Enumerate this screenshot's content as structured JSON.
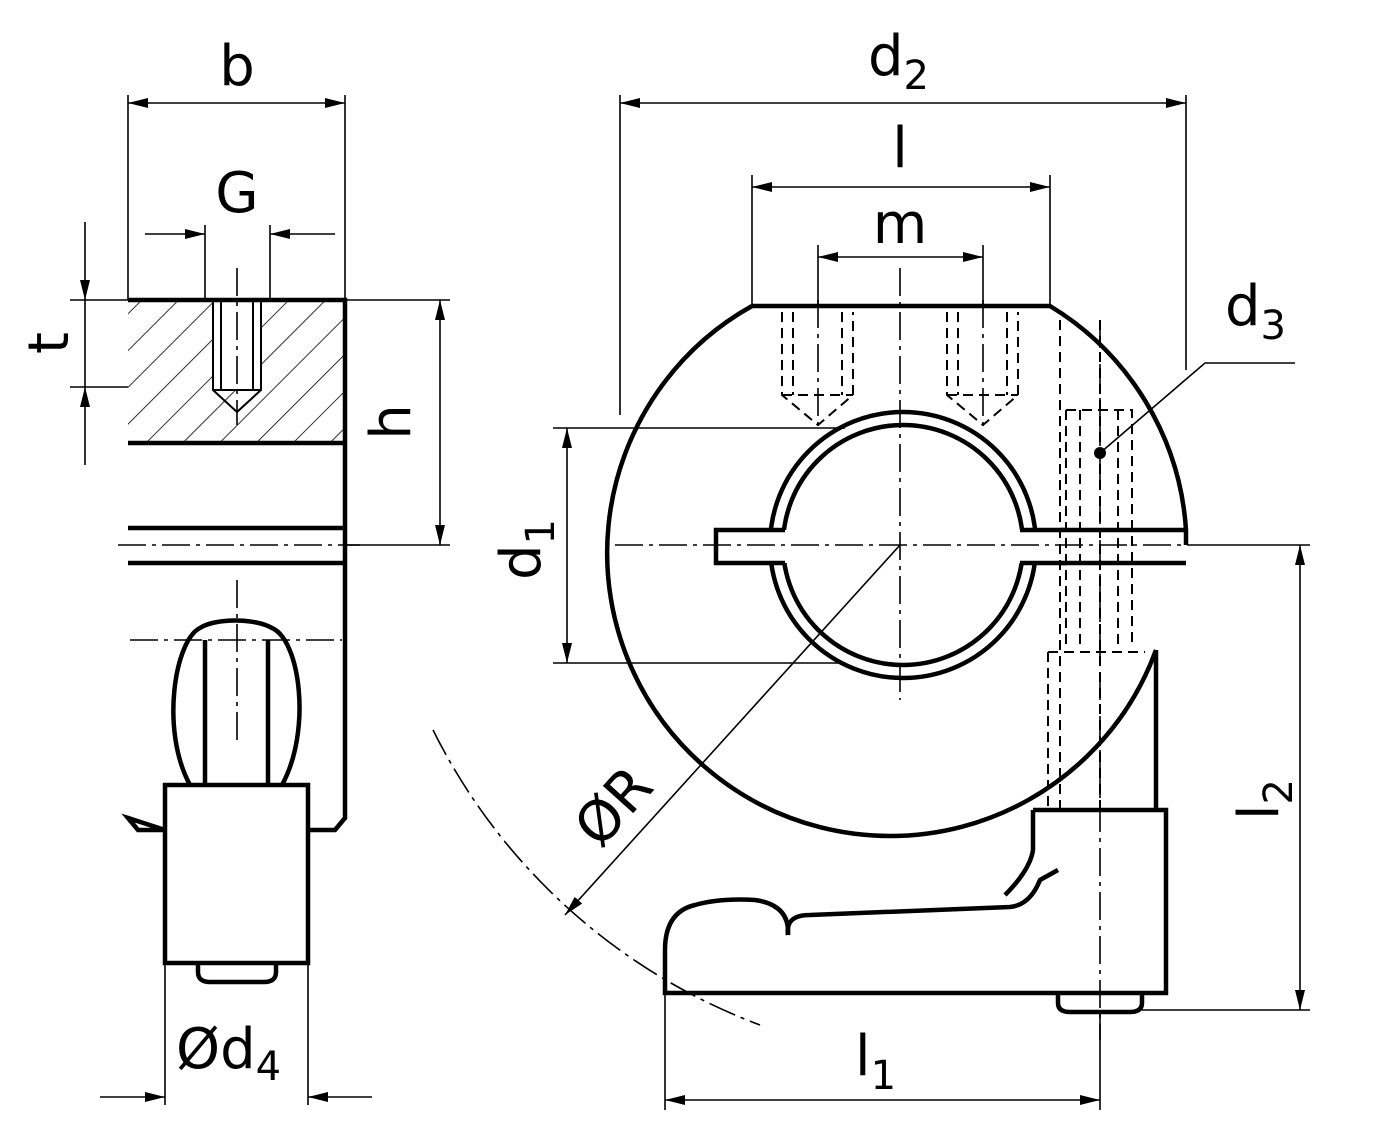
{
  "labels": {
    "b": "b",
    "G": "G",
    "t": "t",
    "h": "h",
    "d4_prefix": "Ød",
    "d4_sub": "4",
    "d2": "d",
    "d2_sub": "2",
    "l": "l",
    "m": "m",
    "d3": "d",
    "d3_sub": "3",
    "d1": "d",
    "d1_sub": "1",
    "R": "ØR",
    "l1": "l",
    "l1_sub": "1",
    "l2": "l",
    "l2_sub": "2"
  }
}
